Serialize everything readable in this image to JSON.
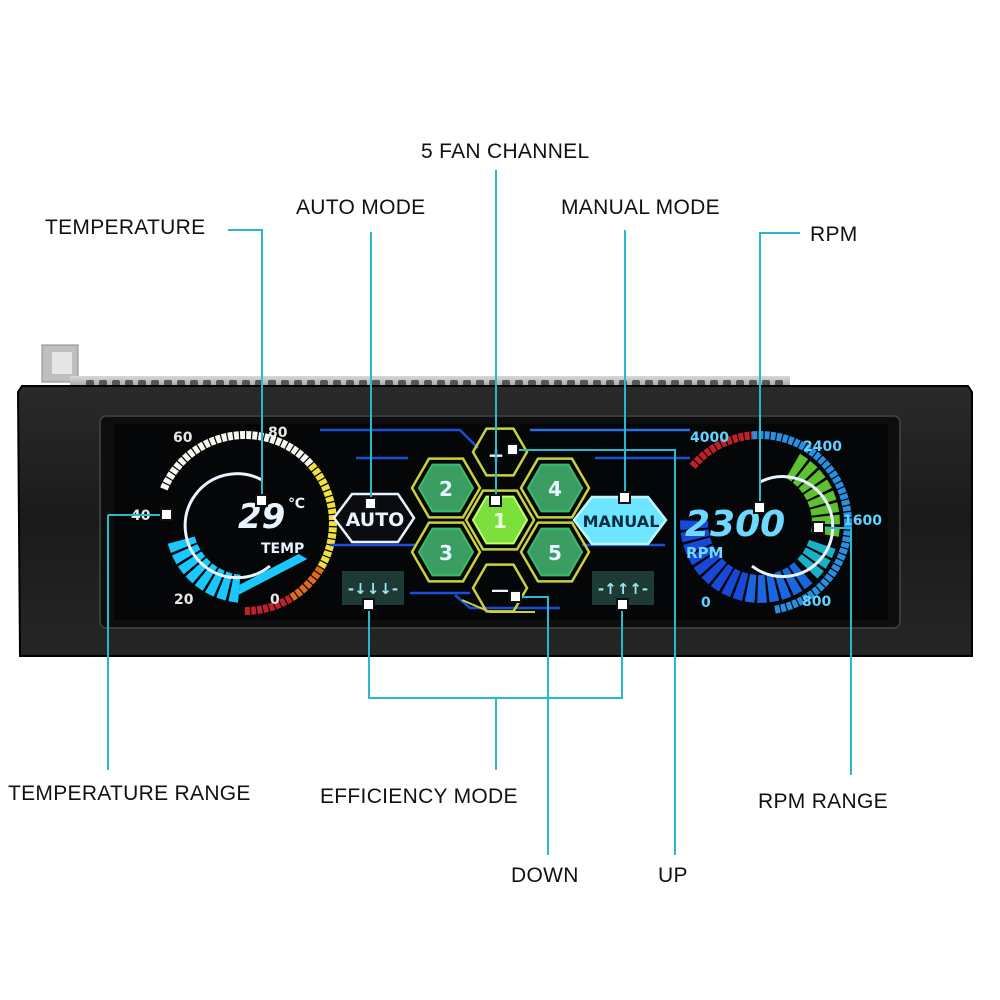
{
  "callouts": {
    "fan_channel": "5 FAN CHANNEL",
    "auto_mode": "AUTO MODE",
    "manual_mode": "MANUAL MODE",
    "temperature": "TEMPERATURE",
    "rpm": "RPM",
    "temperature_range": "TEMPERATURE RANGE",
    "efficiency_mode": "EFFICIENCY MODE",
    "rpm_range": "RPM RANGE",
    "down": "DOWN",
    "up": "UP"
  },
  "display": {
    "temp_value": "29",
    "temp_unit": "℃",
    "temp_label": "TEMP",
    "temp_ticks": {
      "t60": "60",
      "t80": "80",
      "t40": "40",
      "t20": "20",
      "t0": "0"
    },
    "auto_label": "AUTO",
    "manual_label": "MANUAL",
    "channels": [
      "1",
      "2",
      "3",
      "4",
      "5"
    ],
    "up_symbol": "+",
    "down_symbol": "—",
    "eff_left": "-↓↓↓-",
    "eff_right": "-↑↑↑-",
    "rpm_value": "2300",
    "rpm_label": "RPM",
    "rpm_ticks": {
      "r4000": "4000",
      "r2400": "2400",
      "r1600": "1600",
      "r800": "800",
      "r0": "0"
    }
  },
  "colors": {
    "line": "#2ab8cc",
    "panel": "#1c1c1c",
    "screen": "#050608",
    "hex_green": "#3dbb6a",
    "hex_active": "#7be03c",
    "accent_cyan": "#6fe6ff",
    "text_light": "#e8f4ff"
  }
}
